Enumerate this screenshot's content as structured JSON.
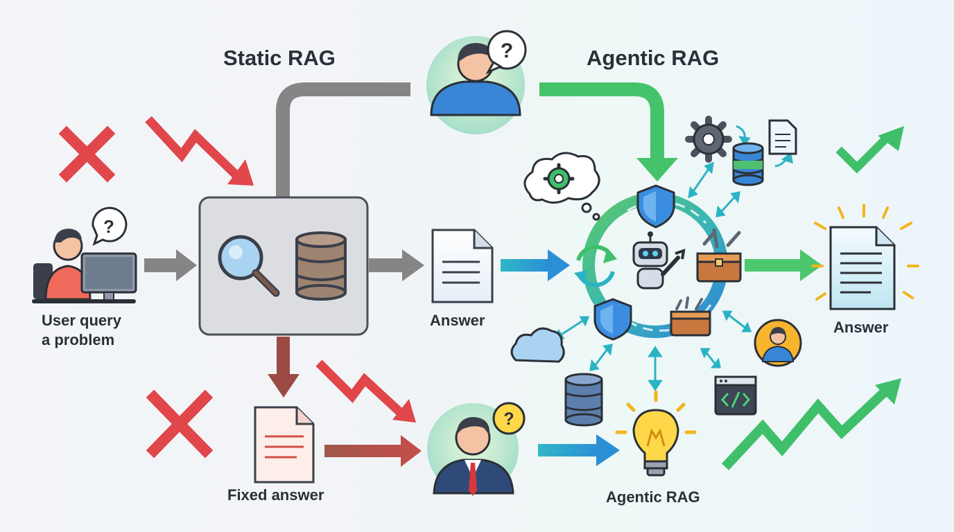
{
  "diagram": {
    "static_title": "Static RAG",
    "agentic_title": "Agentic RAG",
    "user_query_line1": "User query",
    "user_query_line2": "a problem",
    "answer_static": "Answer",
    "fixed_answer": "Fixed answer",
    "answer_agentic": "Answer",
    "agentic_bottom": "Agentic RAG"
  },
  "colors": {
    "gray_arrow": "#858585",
    "red_arrow": "#9b4b43",
    "red_x": "#e0464a",
    "green": "#3fbf6a",
    "teal": "#2bb3c4",
    "blue": "#2f82d8"
  },
  "icons": [
    "user-icon",
    "question-bubble-icon",
    "magnifier-icon",
    "database-icon",
    "document-icon",
    "robot-icon",
    "shield-icon",
    "gear-icon",
    "cloud-icon",
    "lightbulb-icon",
    "toolbox-icon",
    "code-window-icon",
    "check-icon",
    "x-icon",
    "refresh-icon"
  ]
}
